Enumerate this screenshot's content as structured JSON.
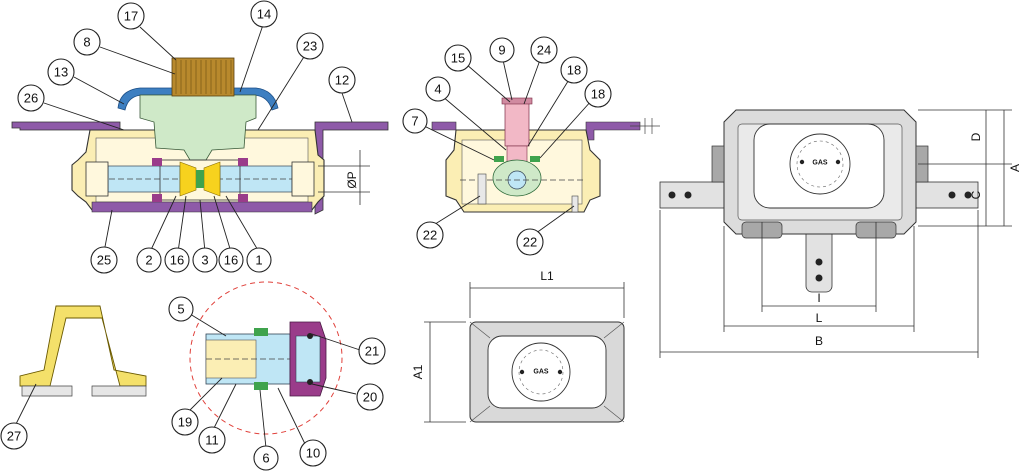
{
  "callouts": {
    "c17": "17",
    "c14": "14",
    "c8": "8",
    "c23": "23",
    "c13": "13",
    "c12": "12",
    "c26": "26",
    "c25": "25",
    "c2": "2",
    "c16a": "16",
    "c3": "3",
    "c16b": "16",
    "c1": "1",
    "c15": "15",
    "c9": "9",
    "c24": "24",
    "c18a": "18",
    "c4": "4",
    "c18b": "18",
    "c7": "7",
    "c22a": "22",
    "c22b": "22",
    "c5": "5",
    "c21": "21",
    "c20": "20",
    "c19": "19",
    "c11": "11",
    "c6": "6",
    "c10": "10",
    "c27": "27"
  },
  "dimensions": {
    "phi_p": "ØP",
    "l1": "L1",
    "a1": "A1",
    "d": "D",
    "a": "A",
    "c": "C",
    "i": "I",
    "l": "L",
    "b": "B"
  },
  "labels": {
    "gas_front": "GAS",
    "gas_plan": "GAS"
  },
  "colors": {
    "body_yellow": "#fbeeb4",
    "flange_purple": "#8e5aa8",
    "cap_blue": "#3d7fc1",
    "cap_green": "#cfe9c8",
    "knob_gold": "#b8892d",
    "pipe_blue": "#bfe6f5",
    "stem_pink": "#f2b8c6",
    "seal_green": "#3fa34d",
    "nut_purple": "#9a3c8a",
    "detail_circle_red": "#e0403a",
    "plate_grey": "#d9d9d9",
    "gasket_yellow": "#f4e06a"
  }
}
